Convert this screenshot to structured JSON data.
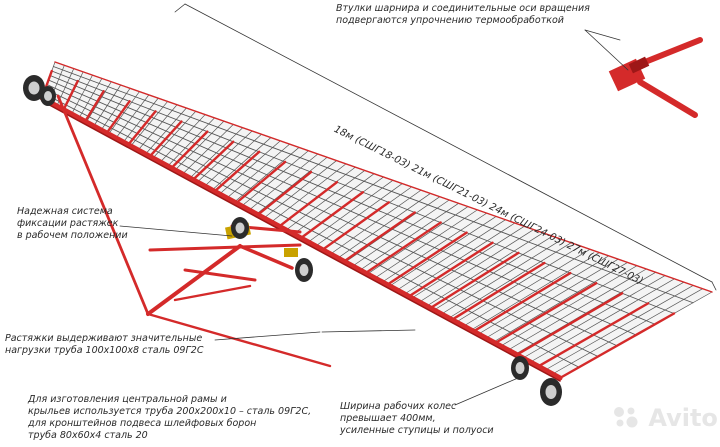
{
  "colors": {
    "frame": "#d42a2a",
    "frame_dark": "#9e1717",
    "harrow": "#555555",
    "tire": "#2b2b2b",
    "hub": "#cfcfcf",
    "leader": "#333333",
    "watermark": "#e6e6e6"
  },
  "annotations": {
    "bushings": [
      "Втулки шарнира и соединительные оси вращения",
      "подвергаются упрочнению термообработкой"
    ],
    "system": [
      "Надежная система",
      "фиксации растяжек",
      "в рабочем положении"
    ],
    "ties": [
      "Растяжки выдерживают значительные",
      "нагрузки труба 100х100х8 сталь 09Г2С"
    ],
    "frame": [
      "Для изготовления центральной рамы и",
      "крыльев используется труба 200х200х10 – сталь 09Г2С,",
      "для кронштейнов подвеса шлейфовых борон",
      "труба 80х60х4 сталь 20"
    ],
    "wheels": [
      "Ширина рабочих колес",
      "превышает 400мм,",
      "усиленные ступицы и полуоси"
    ]
  },
  "dimension_label": "18м (СШГ18-03) 21м (СШГ21-03) 24м (СШГ24-03) 27м (СШГ27-03)",
  "watermark": "Avito",
  "icons": {
    "watermark_icon": "avito-dots-icon"
  }
}
